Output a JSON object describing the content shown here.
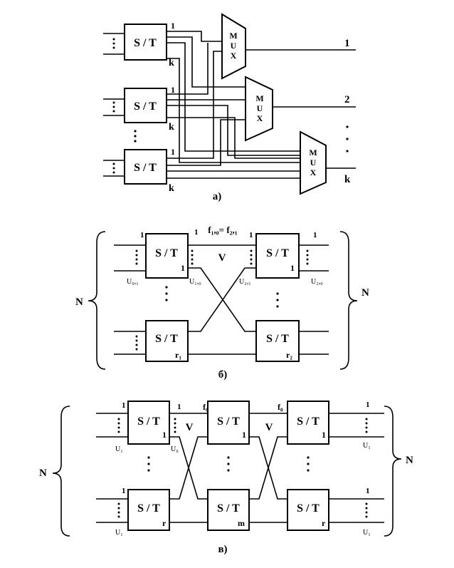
{
  "block_label": "S / T",
  "mux_letters": [
    "M",
    "U",
    "X"
  ],
  "panel_a": {
    "caption": "а)",
    "port_top": "1",
    "port_bottom": "k",
    "outputs": [
      "1",
      "2",
      "k"
    ]
  },
  "panel_b": {
    "caption": "б)",
    "n_label": "N",
    "freq_label": "f₁,₀= f₂,₁",
    "v_label": "V",
    "port_label": "1",
    "index_1": "1",
    "index_r1": "r₁",
    "index_r2": "r₂",
    "u_labels": [
      "U₀,₁",
      "U₁,₀",
      "U₂,₁",
      "U₂,₀"
    ]
  },
  "panel_c": {
    "caption": "в)",
    "n_label": "N",
    "freq_label": "f₀",
    "v_label": "V",
    "port_label": "1",
    "index_1": "1",
    "index_r": "r",
    "index_m": "m",
    "u_labels": [
      "U₁",
      "U₀",
      "U₁"
    ]
  }
}
